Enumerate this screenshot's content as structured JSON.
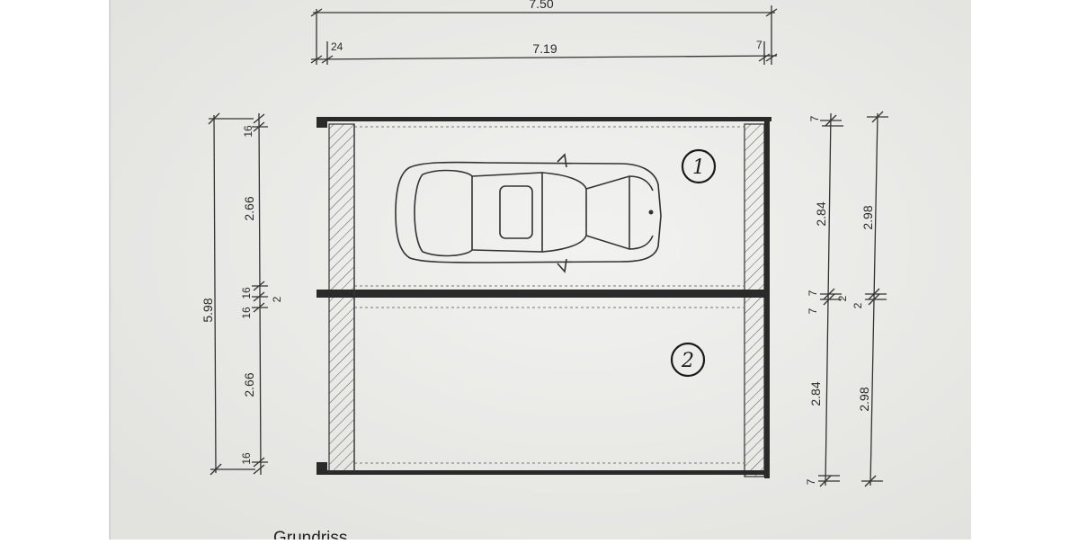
{
  "drawing": {
    "dims_top": {
      "overall": "7.50",
      "left": "24",
      "middle": "7.19",
      "right": "7"
    },
    "dims_left": {
      "overall": "5.98",
      "top": "16",
      "upper": "2.66",
      "mid_a": "16",
      "mid_b": "16",
      "mid_c": "2",
      "lower": "2.66",
      "bottom": "16"
    },
    "dims_right_inner": {
      "top": "7",
      "upper": "2.84",
      "mid_a": "7",
      "mid_b": "7",
      "lower": "2.84",
      "bottom": "7"
    },
    "dims_right_outer": {
      "upper": "2.98",
      "mid_a": "2",
      "mid_b": "2",
      "lower": "2.98"
    },
    "spaces": [
      {
        "label": "1"
      },
      {
        "label": "2"
      }
    ],
    "caption": "Grundriss"
  },
  "colors": {
    "paper": "#ececea",
    "ink": "#2a2a2a",
    "margin": "#ffffff"
  }
}
